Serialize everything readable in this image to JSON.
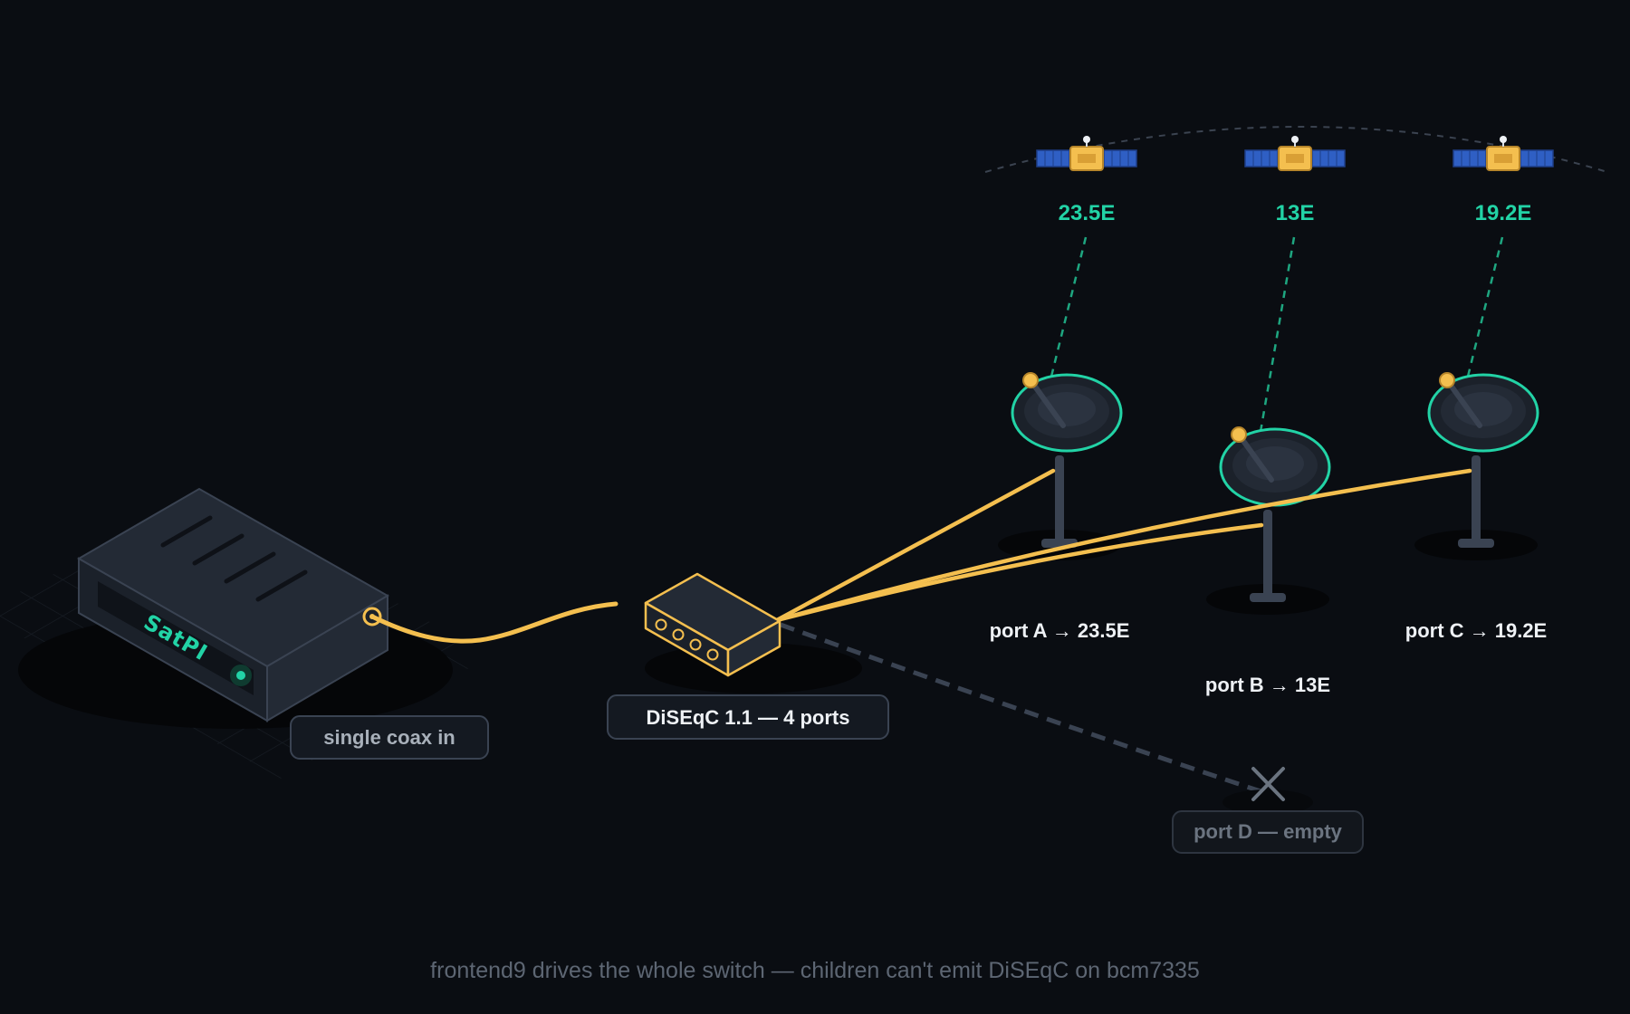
{
  "receiver": {
    "brand": "SatPI",
    "input_label": "single coax in"
  },
  "switch": {
    "label": "DiSEqC 1.1 — 4 ports"
  },
  "satellites": [
    {
      "label": "23.5E"
    },
    {
      "label": "13E"
    },
    {
      "label": "19.2E"
    }
  ],
  "ports": [
    {
      "label": "port A → 23.5E"
    },
    {
      "label": "port B → 13E"
    },
    {
      "label": "port C → 19.2E"
    },
    {
      "label": "port D — empty"
    }
  ],
  "caption": "frontend9 drives the whole switch — children can't emit DiSEqC on bcm7335",
  "colors": {
    "background": "#0a0d12",
    "accent_green": "#22d3a6",
    "cable_gold": "#f4bf4f",
    "satellite_panel": "#2f5fc4",
    "muted": "#5d6673"
  }
}
